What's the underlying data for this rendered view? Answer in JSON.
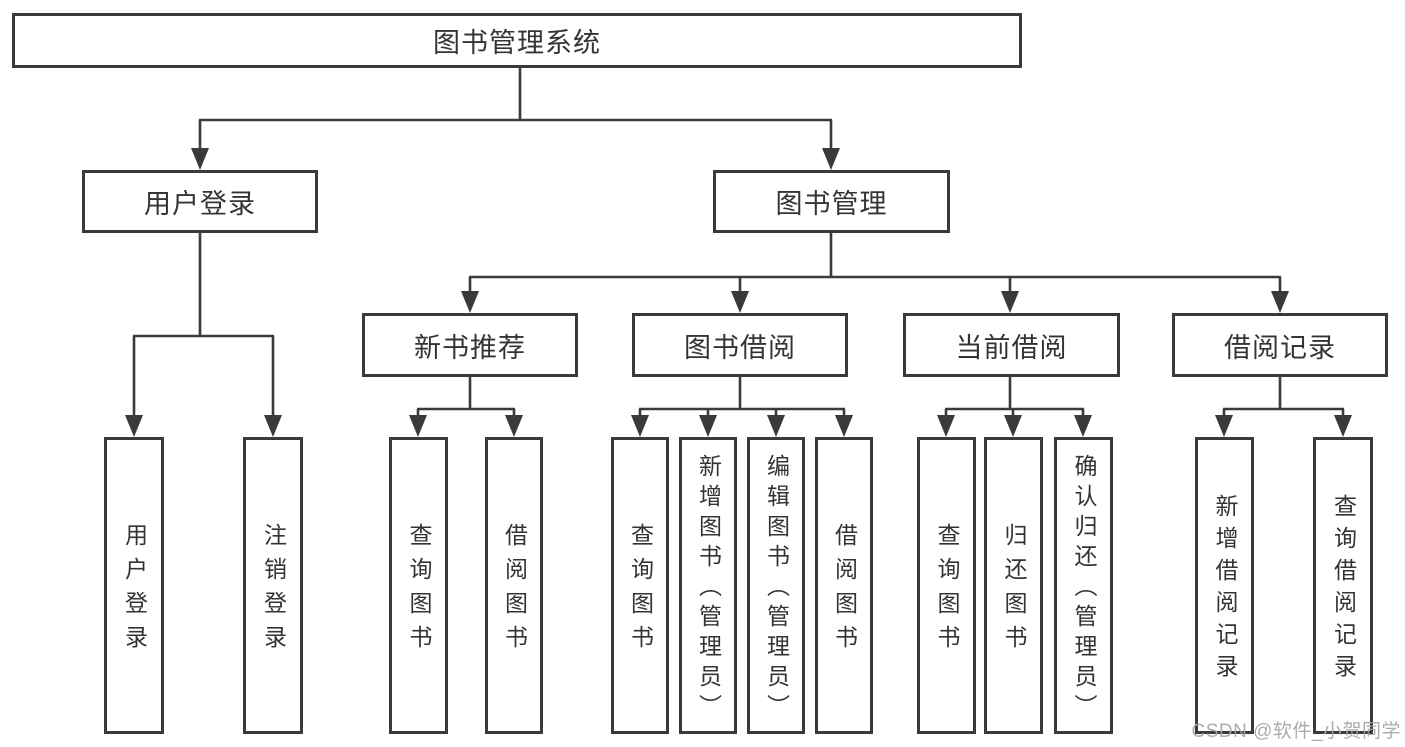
{
  "diagram": {
    "title": "图书管理系统",
    "root": {
      "label": "图书管理系统"
    },
    "level2": [
      {
        "label": "用户登录"
      },
      {
        "label": "图书管理"
      }
    ],
    "level3": [
      {
        "label": "新书推荐"
      },
      {
        "label": "图书借阅"
      },
      {
        "label": "当前借阅"
      },
      {
        "label": "借阅记录"
      }
    ],
    "leaves": {
      "user_login": [
        "用户登录",
        "注销登录"
      ],
      "new_book_recommend": [
        "查询图书",
        "借阅图书"
      ],
      "book_borrowing": [
        "查询图书",
        "新增图书（管理员）",
        "编辑图书（管理员）",
        "借阅图书"
      ],
      "current_borrowing": [
        "查询图书",
        "归还图书",
        "确认归还（管理员）"
      ],
      "borrowing_records": [
        "新增借阅记录",
        "查询借阅记录"
      ]
    }
  },
  "watermark": "CSDN @软件_小贺同学",
  "colors": {
    "line": "#3a3a3a",
    "text": "#343434",
    "background": "#ffffff",
    "watermark": "#a5a5a5"
  }
}
